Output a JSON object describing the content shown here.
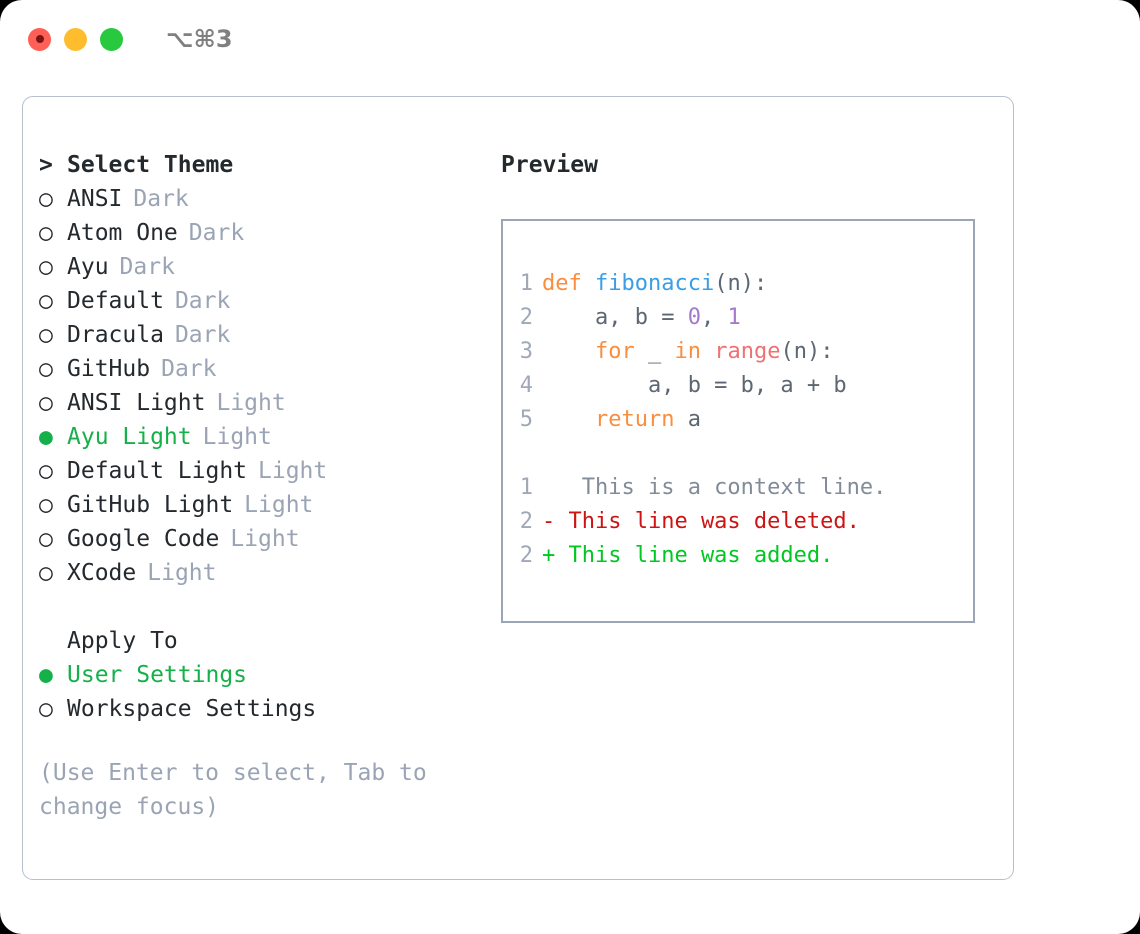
{
  "titlebar": {
    "shortcut": "⌥⌘3",
    "lights": [
      {
        "name": "close",
        "color": "#ff5f56"
      },
      {
        "name": "minimize",
        "color": "#ffbd2e"
      },
      {
        "name": "zoom",
        "color": "#27c93f"
      }
    ]
  },
  "theme_panel": {
    "heading": "Select Theme",
    "heading_marker": ">",
    "unselected_marker": "○",
    "selected_marker": "●",
    "items": [
      {
        "label": "ANSI",
        "variant": "Dark",
        "selected": false
      },
      {
        "label": "Atom One",
        "variant": "Dark",
        "selected": false
      },
      {
        "label": "Ayu",
        "variant": "Dark",
        "selected": false
      },
      {
        "label": "Default",
        "variant": "Dark",
        "selected": false
      },
      {
        "label": "Dracula",
        "variant": "Dark",
        "selected": false
      },
      {
        "label": "GitHub",
        "variant": "Dark",
        "selected": false
      },
      {
        "label": "ANSI Light",
        "variant": "Light",
        "selected": false
      },
      {
        "label": "Ayu Light",
        "variant": "Light",
        "selected": true
      },
      {
        "label": "Default Light",
        "variant": "Light",
        "selected": false
      },
      {
        "label": "GitHub Light",
        "variant": "Light",
        "selected": false
      },
      {
        "label": "Google Code",
        "variant": "Light",
        "selected": false
      },
      {
        "label": "XCode",
        "variant": "Light",
        "selected": false
      }
    ]
  },
  "apply_to": {
    "heading": "Apply To",
    "items": [
      {
        "label": "User Settings",
        "selected": true
      },
      {
        "label": "Workspace Settings",
        "selected": false
      }
    ]
  },
  "hint": "(Use Enter to select, Tab to change focus)",
  "preview": {
    "title": "Preview",
    "code_lines": [
      {
        "num": "1",
        "tokens": [
          {
            "t": "def ",
            "c": "kw"
          },
          {
            "t": "fibonacci",
            "c": "fn"
          },
          {
            "t": "(n):",
            "c": "pl"
          }
        ]
      },
      {
        "num": "2",
        "tokens": [
          {
            "t": "    a, b = ",
            "c": "pl"
          },
          {
            "t": "0",
            "c": "num"
          },
          {
            "t": ", ",
            "c": "pl"
          },
          {
            "t": "1",
            "c": "num"
          }
        ]
      },
      {
        "num": "3",
        "tokens": [
          {
            "t": "    ",
            "c": "pl"
          },
          {
            "t": "for",
            "c": "kw"
          },
          {
            "t": " _ ",
            "c": "pl"
          },
          {
            "t": "in",
            "c": "kw"
          },
          {
            "t": " ",
            "c": "pl"
          },
          {
            "t": "range",
            "c": "bi"
          },
          {
            "t": "(n):",
            "c": "pl"
          }
        ]
      },
      {
        "num": "4",
        "tokens": [
          {
            "t": "        a, b = b, a + b",
            "c": "pl"
          }
        ]
      },
      {
        "num": "5",
        "tokens": [
          {
            "t": "    ",
            "c": "pl"
          },
          {
            "t": "return",
            "c": "kw"
          },
          {
            "t": " a",
            "c": "pl"
          }
        ]
      }
    ],
    "diff_lines": [
      {
        "num": "1",
        "sign": " ",
        "text": "  This is a context line.",
        "kind": "diff-ctx"
      },
      {
        "num": "2",
        "sign": "-",
        "text": " This line was deleted.",
        "kind": "diff-del"
      },
      {
        "num": "2",
        "sign": "+",
        "text": " This line was added.",
        "kind": "diff-add"
      }
    ]
  },
  "colors": {
    "accent_green": "#15b04a",
    "keyword_orange": "#fa8d3e",
    "function_blue": "#399ee6",
    "number_purple": "#a37acc",
    "builtin_red": "#f07171",
    "diff_deleted": "#cc1414",
    "diff_added": "#00c721",
    "muted_gray": "#9aa4b4",
    "border_gray": "#b6bfcc"
  }
}
